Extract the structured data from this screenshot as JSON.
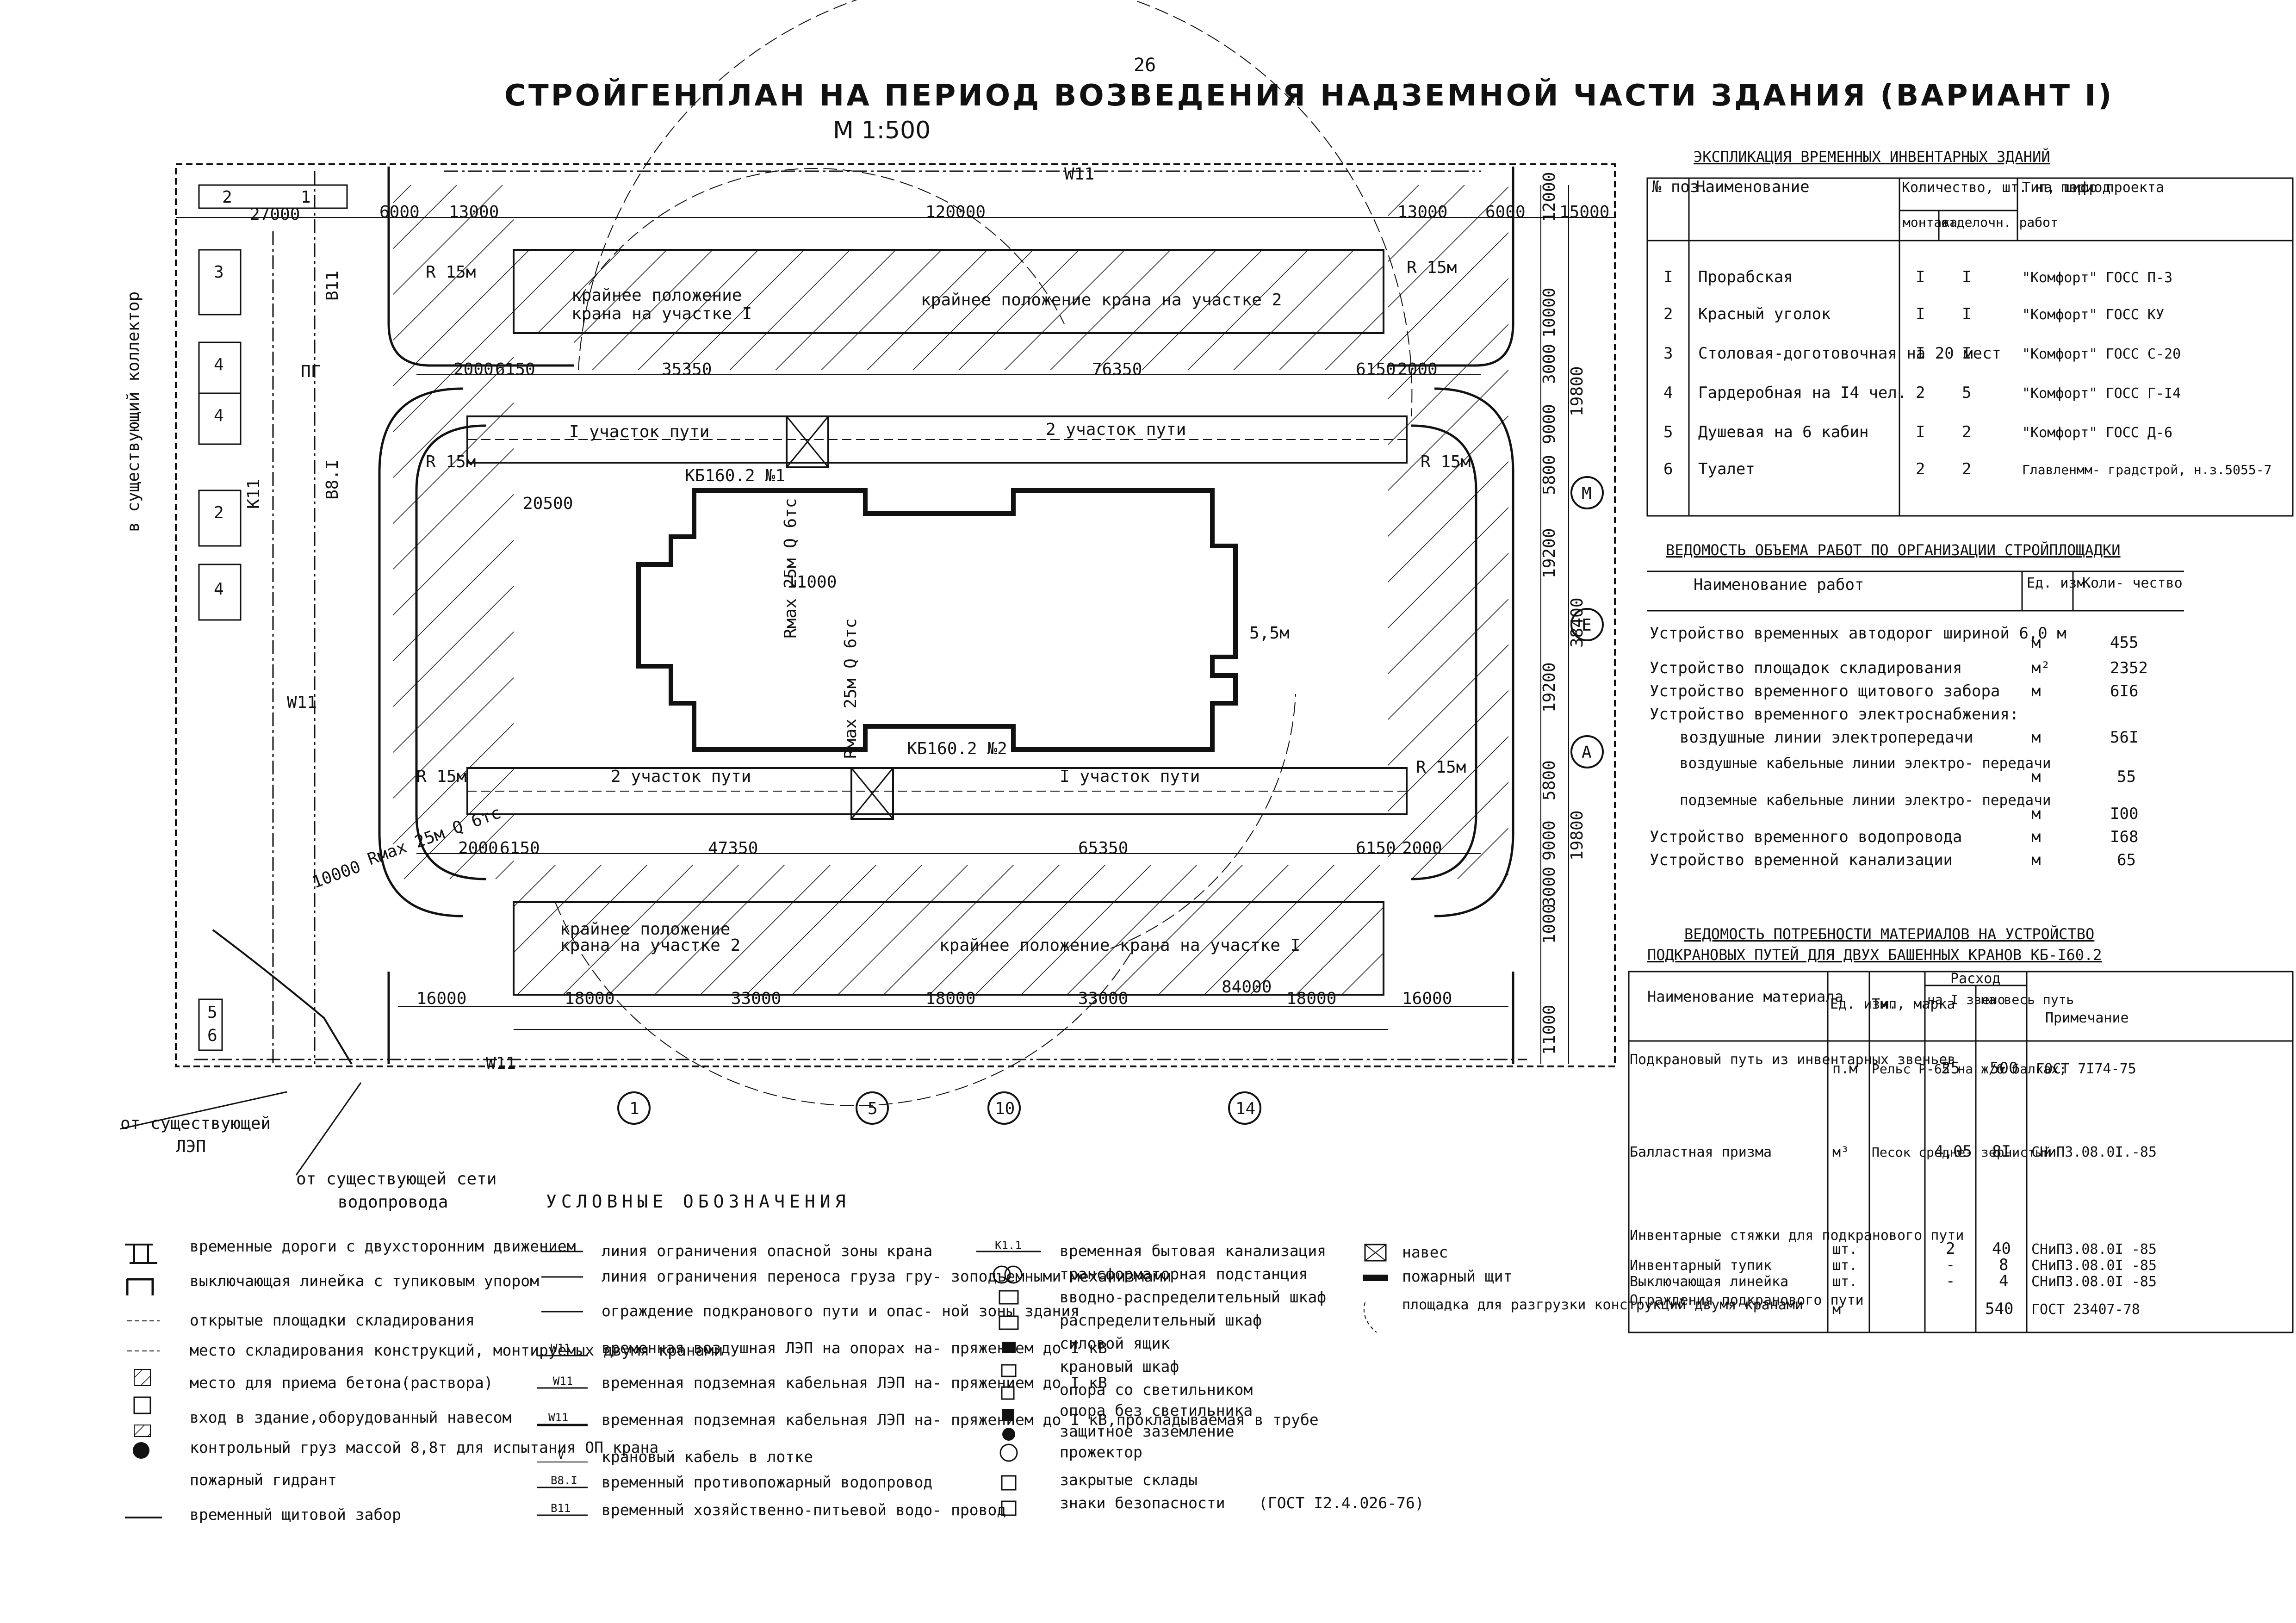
{
  "page_number": "26",
  "title": "СТРОЙГЕНПЛАН НА ПЕРИОД ВОЗВЕДЕНИЯ НАДЗЕМНОЙ ЧАСТИ ЗДАНИЯ (ВАРИАНТ I)",
  "scale": "М 1:500",
  "plan": {
    "crane_extreme_1_1": "крайнее положение",
    "crane_extreme_1_2": "крана на участке I",
    "crane_extreme_2_top": "крайнее положение крана на участке 2",
    "crane_extreme_2b_1": "крайнее положение",
    "crane_extreme_2b_2": "крана на участке 2",
    "crane_extreme_1b": "крайнее положение крана на участке I",
    "track_top_1": "I участок пути",
    "track_top_2": "2 участок пути",
    "track_bot_2": "2 участок пути",
    "track_bot_1": "I участок пути",
    "crane_top": "КБ160.2 №1",
    "crane_bot": "КБ160.2 №2",
    "rmax_top": "Rмах 25м Q 6тс",
    "rmax_bot": "Rмах 25м Q 6тс",
    "rmax_left": "Rмах 25м Q 6тс",
    "r15": "R 15м",
    "pg": "ПГ",
    "dim_5_5": "5,5м",
    "dims_top": [
      "6000",
      "13000",
      "120000",
      "13000",
      "6000",
      "15000"
    ],
    "dims_top2": [
      "2000",
      "6150",
      "35350",
      "76350",
      "6150",
      "2000"
    ],
    "dims_bot2": [
      "2000",
      "6150",
      "47350",
      "65350",
      "6150",
      "2000"
    ],
    "dims_bottom": [
      "16000",
      "18000",
      "33000",
      "18000",
      "33000",
      "18000",
      "16000"
    ],
    "dim_84000": "84000",
    "dim_11000": "11000",
    "dim_20500": "20500",
    "dim_10000": "10000",
    "dim_27000": "27000",
    "dims_right": [
      "12000",
      "10000",
      "3000",
      "9000",
      "5800",
      "19200",
      "38400",
      "19200",
      "5800",
      "9000",
      "3000",
      "1000",
      "11000",
      "19800",
      "19800"
    ],
    "axes_right": [
      "М",
      "Е",
      "А"
    ],
    "axes_bottom": [
      "1",
      "5",
      "10",
      "14"
    ],
    "buildings_left": [
      "2",
      "1",
      "3",
      "4",
      "4",
      "2",
      "4",
      "5",
      "6"
    ],
    "w11": "W11",
    "b11": "B11",
    "k11": "K11",
    "b81": "B8.I",
    "w11_cable": "W11",
    "side_label": "в существующий коллектор",
    "from_lep": "от существующей",
    "lep": "ЛЭП",
    "from_water": "от существующей сети",
    "water": "водопровода"
  },
  "explication": {
    "title": "ЭКСПЛИКАЦИЯ ВРЕМЕННЫХ ИНВЕНТАРНЫХ ЗДАНИЙ",
    "headers": [
      "№ поз.",
      "Наименование",
      "Количество, шт. на период",
      "монтажа",
      "отделочн. работ",
      "Тип, шифр проекта"
    ],
    "rows": [
      [
        "I",
        "Прорабская",
        "I",
        "I",
        "\"Комфорт\" ГОСС П-3"
      ],
      [
        "2",
        "Красный уголок",
        "I",
        "I",
        "\"Комфорт\" ГОСС КУ"
      ],
      [
        "3",
        "Столовая-доготовочная на 20 мест",
        "I",
        "I",
        "\"Комфорт\" ГОСС С-20"
      ],
      [
        "4",
        "Гардеробная на I4 чел.",
        "2",
        "5",
        "\"Комфорт\" ГОСС Г-I4"
      ],
      [
        "5",
        "Душевая на 6 кабин",
        "I",
        "2",
        "\"Комфорт\" ГОСС Д-6"
      ],
      [
        "6",
        "Туалет",
        "2",
        "2",
        "Главленмм- градстрой, н.з.5055-7"
      ]
    ]
  },
  "works": {
    "title": "ВЕДОМОСТЬ ОБЪЕМА РАБОТ ПО ОРГАНИЗАЦИИ СТРОЙПЛОЩАДКИ",
    "headers": [
      "Наименование работ",
      "Ед. изм.",
      "Коли- чество"
    ],
    "rows": [
      [
        "Устройство временных автодорог шириной 6,0 м",
        "м",
        "455"
      ],
      [
        "Устройство площадок складирования",
        "м²",
        "2352"
      ],
      [
        "Устройство временного щитового забора",
        "м",
        "6I6"
      ],
      [
        "Устройство временного электроснабжения:",
        "",
        ""
      ],
      [
        "воздушные линии электропередачи",
        "м",
        "56I"
      ],
      [
        "воздушные кабельные линии электро- передачи",
        "м",
        "55"
      ],
      [
        "подземные кабельные линии электро- передачи",
        "м",
        "I00"
      ],
      [
        "Устройство временного водопровода",
        "м",
        "I68"
      ],
      [
        "Устройство временной канализации",
        "м",
        "65"
      ]
    ]
  },
  "materials": {
    "title1": "ВЕДОМОСТЬ ПОТРЕБНОСТИ МАТЕРИАЛОВ НА УСТРОЙСТВО",
    "title2": "ПОДКРАНОВЫХ ПУТЕЙ ДЛЯ ДВУХ БАШЕННЫХ КРАНОВ КБ-I60.2",
    "headers": [
      "Наименование материала",
      "Ед. изм.",
      "Тип, марка",
      "Расход",
      "на I звено",
      "на весь путь",
      "Примечание"
    ],
    "rows": [
      [
        "Подкрановый путь из инвентарных звеньев",
        "п.м",
        "Рельс Р-65 на ж/б балках;",
        "25",
        "500",
        "ГОСТ 7I74-75"
      ],
      [
        "Балластная призма",
        "м³",
        "Песок средне- зернистый",
        "4,05",
        "8I",
        "СНиП3.08.0I.-85"
      ],
      [
        "Инвентарные стяжки для подкранового пути",
        "шт.",
        "",
        "2",
        "40",
        "СНиП3.08.0I -85"
      ],
      [
        "Инвентарный тупик",
        "шт.",
        "",
        "-",
        "8",
        "СНиП3.08.0I -85"
      ],
      [
        "Выключающая линейка",
        "шт.",
        "",
        "-",
        "4",
        "СНиП3.08.0I -85"
      ],
      [
        "Ограждения подкранового пути",
        "м",
        "",
        "",
        "540",
        "ГОСТ 23407-78"
      ]
    ]
  },
  "legend": {
    "title": "УСЛОВНЫЕ ОБОЗНАЧЕНИЯ",
    "col1": [
      "временные дороги с двухсторонним движением",
      "выключающая линейка с тупиковым упором",
      "открытые площадки складирования",
      "место складирования конструкций, монтируемых двумя кранами",
      "место для приема бетона(раствора)",
      "вход в здание,оборудованный навесом",
      "контрольный груз массой 8,8т для испытания ОП крана",
      "пожарный гидрант",
      "временный щитовой забор"
    ],
    "col2": [
      "линия ограничения опасной зоны крана",
      "линия ограничения переноса груза гру- зоподъемными механизмами",
      "ограждение подкранового пути и опас- ной зоны здания",
      "временная воздушная ЛЭП на опорах на- пряжением до I кВ",
      "временная подземная кабельная ЛЭП на- пряжением до I кВ",
      "временная подземная кабельная ЛЭП на- пряжением до I кВ,прокладываемая в трубе",
      "крановый кабель в лотке",
      "временный противопожарный водопровод",
      "временный хозяйственно-питьевой водо- провод"
    ],
    "col2_codes": [
      "",
      "",
      "",
      "W11",
      "W11",
      "W11",
      "V",
      "B8.I",
      "B11"
    ],
    "col3": [
      "временная бытовая канализация",
      "трансформаторная подстанция",
      "вводно-распределительный шкаф",
      "распределительный шкаф",
      "силовой ящик",
      "крановый шкаф",
      "опора со светильником",
      "опора без светильника",
      "защитное заземление",
      "прожектор",
      "закрытые склады",
      "знаки безопасности"
    ],
    "col3_code": "K1.1",
    "gost": "(ГОСТ I2.4.026-76)",
    "col4": [
      "навес",
      "пожарный щит",
      "площадка для разгрузки конструкций двумя кранами"
    ]
  }
}
